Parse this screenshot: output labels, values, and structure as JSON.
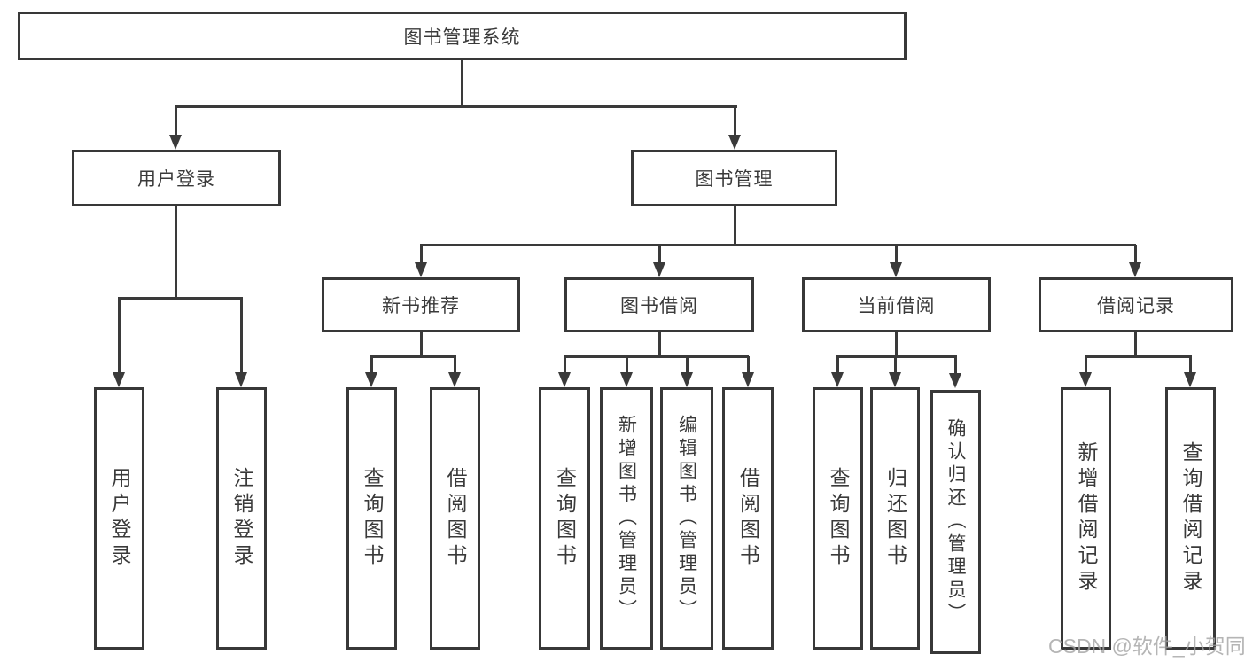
{
  "diagram": {
    "background": "#ffffff",
    "line_color": "#3a3a3a",
    "text_color": "#3a3a3a",
    "watermark": {
      "text": "CSDN @软件_小贺同学",
      "color": "#a2a2a2"
    },
    "tree": {
      "label": "图书管理系统",
      "children": [
        {
          "label": "用户登录",
          "children": [
            {
              "label": "用户登录"
            },
            {
              "label": "注销登录"
            }
          ]
        },
        {
          "label": "图书管理",
          "children": [
            {
              "label": "新书推荐",
              "children": [
                {
                  "label": "查询图书"
                },
                {
                  "label": "借阅图书"
                }
              ]
            },
            {
              "label": "图书借阅",
              "children": [
                {
                  "label": "查询图书"
                },
                {
                  "label": "新增图书（管理员）"
                },
                {
                  "label": "编辑图书（管理员）"
                },
                {
                  "label": "借阅图书"
                }
              ]
            },
            {
              "label": "当前借阅",
              "children": [
                {
                  "label": "查询图书"
                },
                {
                  "label": "归还图书"
                },
                {
                  "label": "确认归还（管理员）"
                }
              ]
            },
            {
              "label": "借阅记录",
              "children": [
                {
                  "label": "新增借阅记录"
                },
                {
                  "label": "查询借阅记录"
                }
              ]
            }
          ]
        }
      ]
    }
  }
}
